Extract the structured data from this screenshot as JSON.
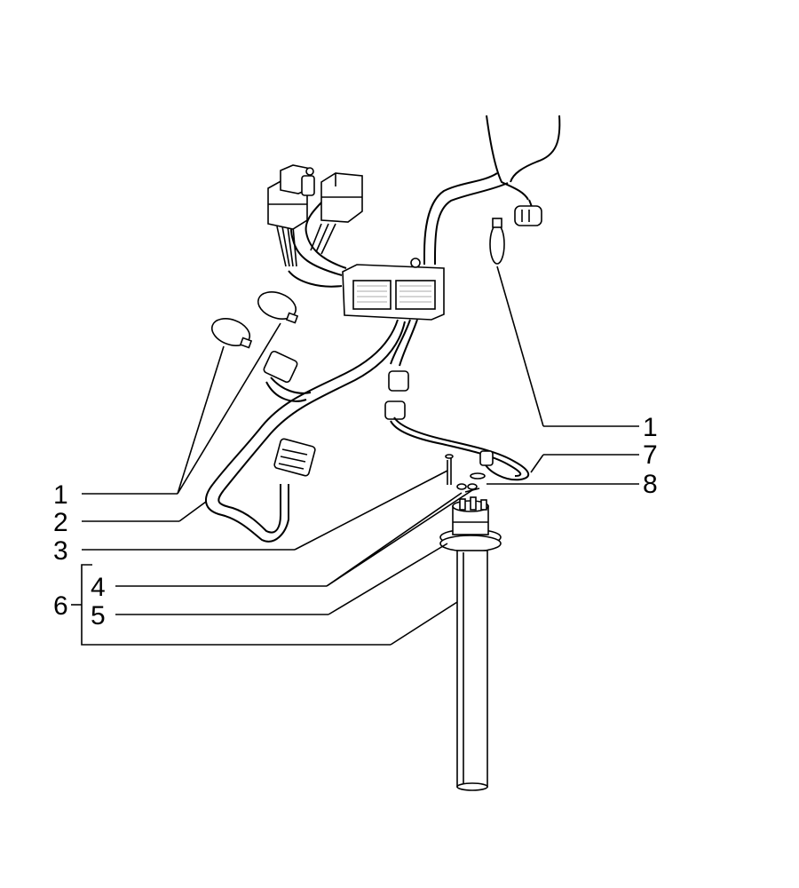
{
  "callouts": {
    "c1_left": "1",
    "c2": "2",
    "c3": "3",
    "c4": "4",
    "c5": "5",
    "c6": "6",
    "c1_right": "1",
    "c7": "7",
    "c8": "8"
  }
}
